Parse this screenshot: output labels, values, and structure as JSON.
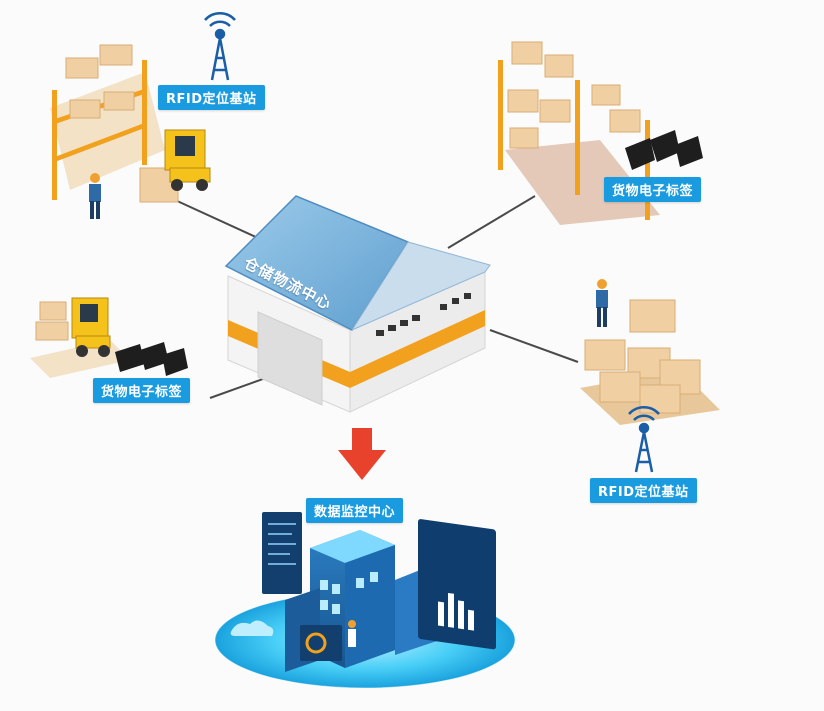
{
  "diagram": {
    "center": {
      "title": "仓储物流中心"
    },
    "monitor": {
      "title": "数据监控中心"
    },
    "labels": {
      "rfid_top_left": "RFID定位基站",
      "tag_top_right": "货物电子标签",
      "tag_left": "货物电子标签",
      "rfid_bottom_right": "RFID定位基站"
    }
  },
  "colors": {
    "label_bg": "#1a9be0",
    "roof": "#7fb6dc",
    "stripe": "#f2a11e",
    "arrow": "#e8412c",
    "screen": "#0f3d6e",
    "platform": "#2ec6f5"
  }
}
